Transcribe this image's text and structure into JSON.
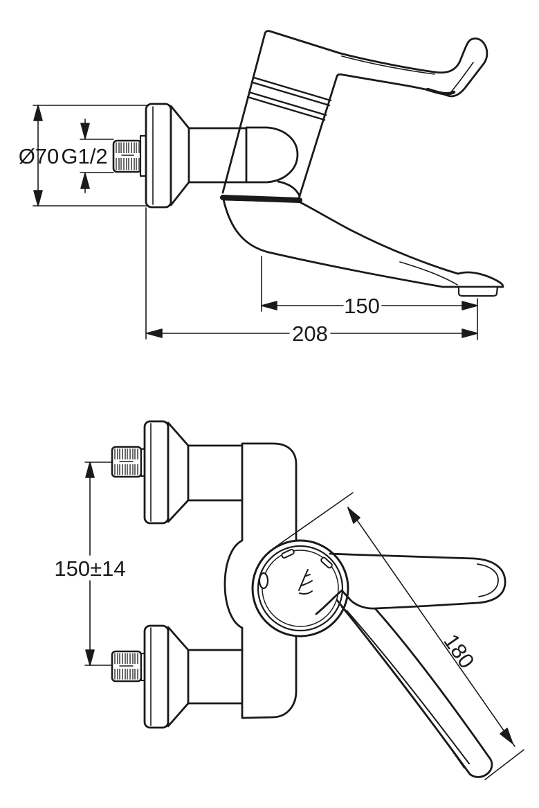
{
  "document": {
    "type": "technical-drawing",
    "background_color": "#ffffff",
    "line_color": "#1a1a1a",
    "views": {
      "side_view": {
        "dimensions": {
          "flange_diameter": "Ø70",
          "thread_size": "G1/2",
          "spout_reach": "150",
          "total_reach": "208"
        }
      },
      "front_view": {
        "dimensions": {
          "connection_centers": "150±14",
          "lever_length": "180"
        }
      }
    }
  }
}
